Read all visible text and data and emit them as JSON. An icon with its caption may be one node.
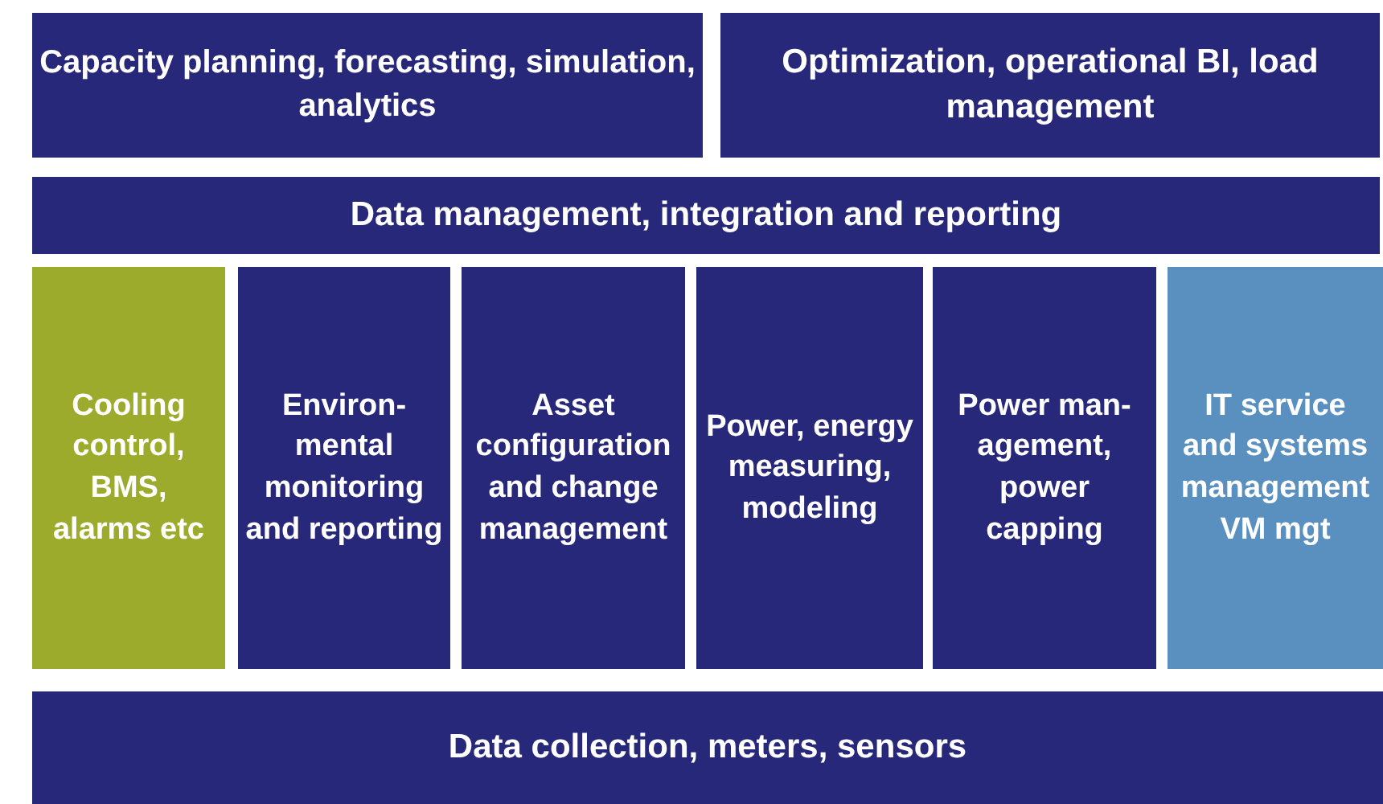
{
  "diagram": {
    "nodes": [
      {
        "text": [
          "Capacity planning, forecasting, simulation, analytics"
        ]
      },
      {
        "text": [
          "Optimization, operational BI, load management"
        ]
      },
      {
        "text": [
          "Data management, integration and reporting"
        ]
      },
      {
        "text": [
          "Cooling control, BMS, alarms etc"
        ]
      },
      {
        "text": [
          "Environ- mental monitoring and reporting"
        ]
      },
      {
        "text": [
          "Asset configuration and change management"
        ]
      },
      {
        "text": [
          "Power, energy measuring, modeling"
        ]
      },
      {
        "text": [
          "Power man- agement, power capping"
        ]
      },
      {
        "text": [
          "IT service and systems management VM mgt"
        ]
      },
      {
        "text": [
          "Data collection, meters, sensors"
        ]
      }
    ]
  }
}
